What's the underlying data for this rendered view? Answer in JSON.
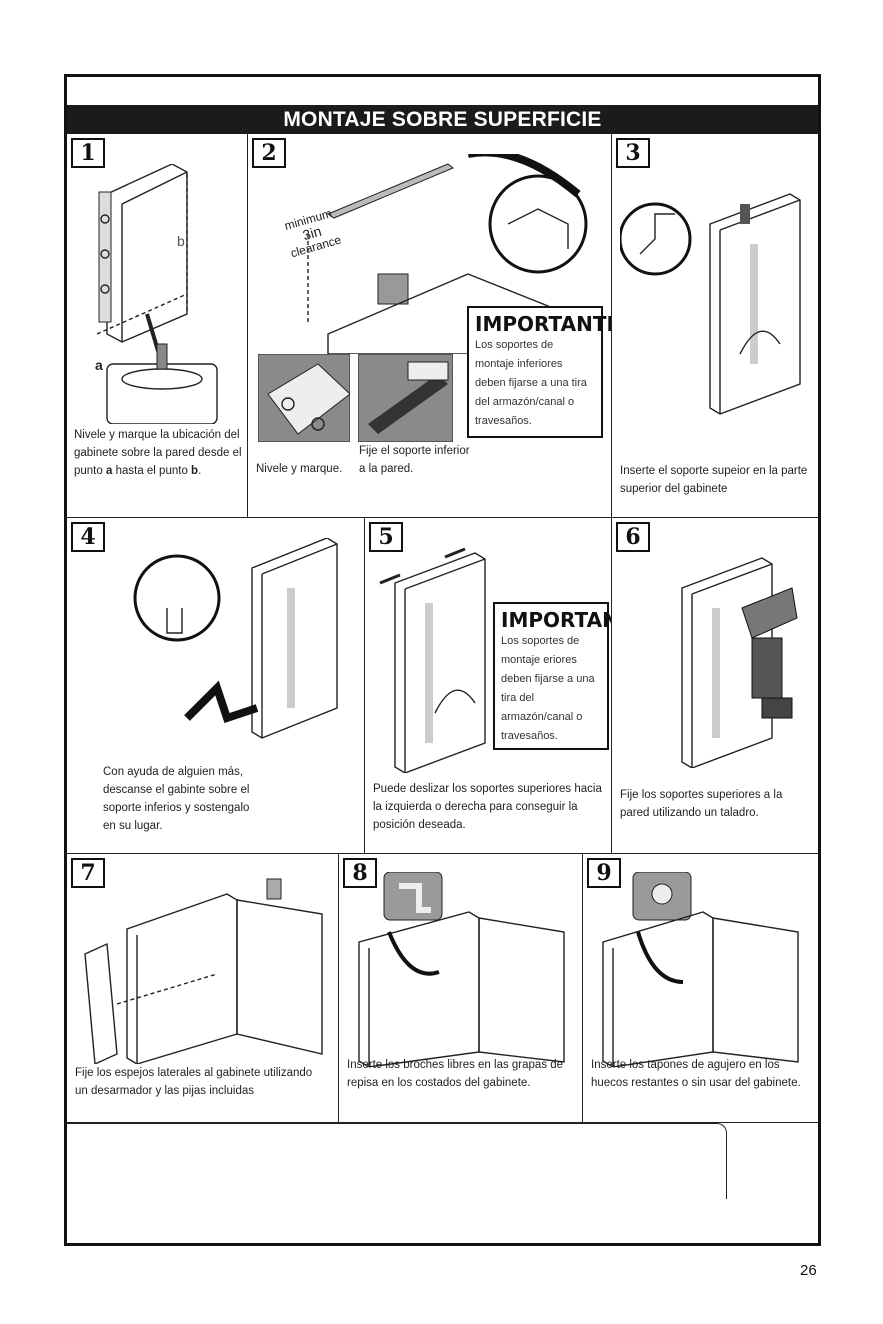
{
  "title": "MONTAJE SOBRE SUPERFICIE",
  "page_number": "26",
  "steps": [
    {
      "n": "1",
      "caption_pre": "Nivele y marque la ubicación del gabinete sobre la pared desde el punto ",
      "caption_a": "a",
      "caption_mid": " hasta el punto ",
      "caption_b": "b",
      "caption_end": ".",
      "label_a": "a",
      "label_b": "b"
    },
    {
      "n": "2",
      "clearance": [
        "minimum",
        "3in",
        "clearance"
      ],
      "caption_left": "Nivele y marque.",
      "caption_right": "Fije el soporte inferior a la pared."
    },
    {
      "n": "3",
      "caption": "Inserte el soporte supeior en la parte superior del gabinete"
    },
    {
      "n": "4",
      "caption": "Con ayuda de alguien más, descanse el gabinte sobre el soporte inferios y sostengalo en su lugar."
    },
    {
      "n": "5",
      "caption": "Puede deslizar los soportes superiores hacia la izquierda o derecha para conseguir la posición deseada."
    },
    {
      "n": "6",
      "caption": "Fije los soportes superiores a la pared utilizando un taladro."
    },
    {
      "n": "7",
      "caption": "Fije los espejos laterales al gabinete utilizando un desarmador y las pijas incluidas"
    },
    {
      "n": "8",
      "caption": "Inserte los broches libres en las grapas de repisa en los costados del gabinete."
    },
    {
      "n": "9",
      "caption": "Inserte los tapones de agujero en los huecos restantes o sin usar del gabinete."
    }
  ],
  "important_1": {
    "title": "IMPORTANTE:",
    "body": "Los soportes de montaje inferiores deben fijarse a una tira del armazón/canal o travesaños."
  },
  "important_2": {
    "title": "IMPORTANTE:",
    "body": "Los soportes de montaje eriores deben fijarse a una tira del armazón/canal o travesaños."
  }
}
